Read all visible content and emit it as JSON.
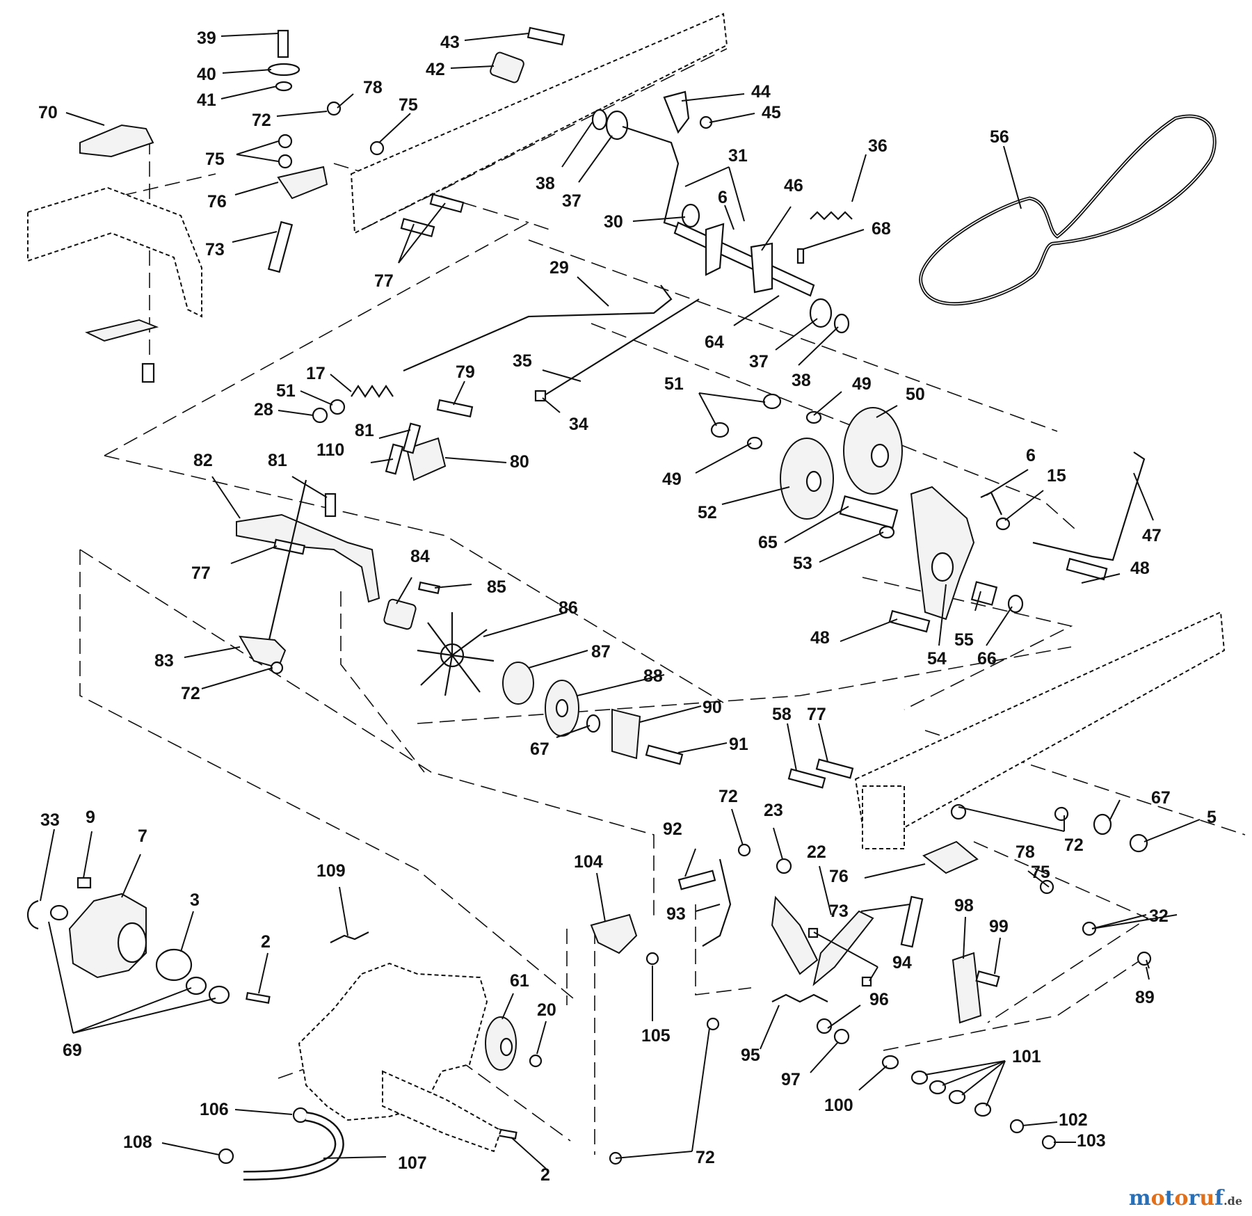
{
  "diagram": {
    "callouts": [
      "39",
      "40",
      "41",
      "43",
      "42",
      "44",
      "45",
      "70",
      "78",
      "72",
      "75",
      "75",
      "76",
      "73",
      "77",
      "38",
      "37",
      "31",
      "36",
      "56",
      "30",
      "6",
      "46",
      "68",
      "29",
      "64",
      "37",
      "38",
      "17",
      "51",
      "28",
      "79",
      "35",
      "34",
      "51",
      "49",
      "50",
      "81",
      "110",
      "82",
      "81",
      "80",
      "49",
      "52",
      "6",
      "15",
      "47",
      "65",
      "53",
      "48",
      "77",
      "84",
      "85",
      "86",
      "48",
      "55",
      "54",
      "66",
      "83",
      "72",
      "87",
      "88",
      "67",
      "90",
      "91",
      "58",
      "77",
      "33",
      "9",
      "7",
      "3",
      "72",
      "23",
      "22",
      "92",
      "67",
      "5",
      "104",
      "109",
      "78",
      "72",
      "76",
      "75",
      "93",
      "73",
      "94",
      "98",
      "99",
      "32",
      "2",
      "61",
      "20",
      "89",
      "69",
      "105",
      "96",
      "95",
      "97",
      "101",
      "100",
      "106",
      "102",
      "103",
      "108",
      "107",
      "72",
      "2"
    ]
  },
  "watermark": {
    "text": "motoruf",
    "suffix": ".de",
    "colors": [
      "#2a6fb5",
      "#e0701b",
      "#2a6fb5",
      "#e0701b",
      "#2a6fb5",
      "#e0701b",
      "#2a6fb5"
    ]
  }
}
